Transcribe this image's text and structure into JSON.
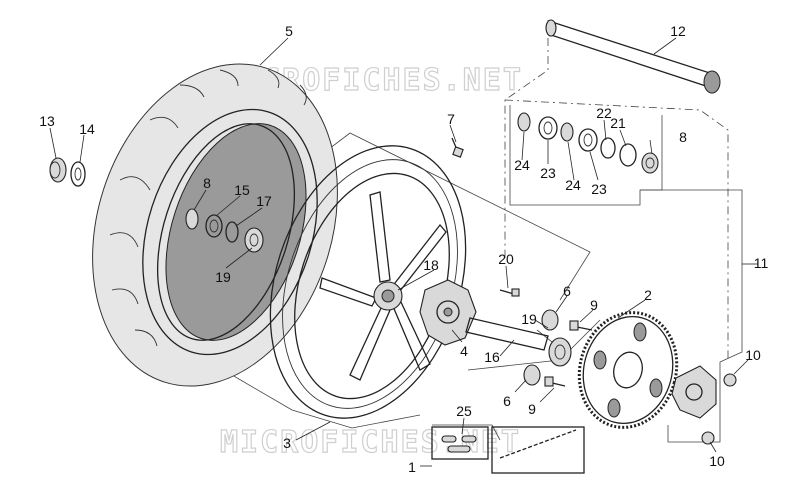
{
  "watermark": {
    "text_top": "MICROFICHES.NET",
    "text_bottom": "MICROFICHES.NET"
  },
  "callouts": [
    {
      "id": "c1",
      "label": "1"
    },
    {
      "id": "c2",
      "label": "2"
    },
    {
      "id": "c3",
      "label": "3"
    },
    {
      "id": "c4",
      "label": "4"
    },
    {
      "id": "c5",
      "label": "5"
    },
    {
      "id": "c6a",
      "label": "6"
    },
    {
      "id": "c6b",
      "label": "6"
    },
    {
      "id": "c7",
      "label": "7"
    },
    {
      "id": "c8a",
      "label": "8"
    },
    {
      "id": "c8b",
      "label": "8"
    },
    {
      "id": "c9a",
      "label": "9"
    },
    {
      "id": "c9b",
      "label": "9"
    },
    {
      "id": "c10a",
      "label": "10"
    },
    {
      "id": "c10b",
      "label": "10"
    },
    {
      "id": "c11",
      "label": "11"
    },
    {
      "id": "c12",
      "label": "12"
    },
    {
      "id": "c13",
      "label": "13"
    },
    {
      "id": "c14",
      "label": "14"
    },
    {
      "id": "c15",
      "label": "15"
    },
    {
      "id": "c16",
      "label": "16"
    },
    {
      "id": "c17",
      "label": "17"
    },
    {
      "id": "c18",
      "label": "18"
    },
    {
      "id": "c19a",
      "label": "19"
    },
    {
      "id": "c19b",
      "label": "19"
    },
    {
      "id": "c20",
      "label": "20"
    },
    {
      "id": "c21",
      "label": "21"
    },
    {
      "id": "c22",
      "label": "22"
    },
    {
      "id": "c23a",
      "label": "23"
    },
    {
      "id": "c23b",
      "label": "23"
    },
    {
      "id": "c24a",
      "label": "24"
    },
    {
      "id": "c24b",
      "label": "24"
    },
    {
      "id": "c25",
      "label": "25"
    }
  ]
}
